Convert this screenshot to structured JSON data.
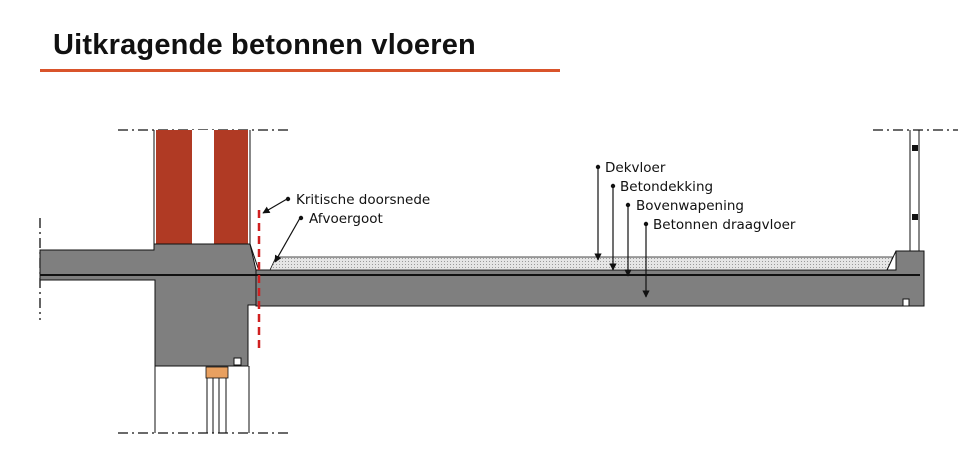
{
  "title": "Uitkragende betonnen vloeren",
  "colors": {
    "accent_rule": "#d9542b",
    "concrete": "#7f7f7f",
    "brick": "#b03a24",
    "critical_section": "#d02020",
    "screed": "#d9d9d9",
    "bearing_pad": "#e8a060"
  },
  "labels": {
    "kritische_doorsnede": "Kritische doorsnede",
    "afvoergoot": "Afvoergoot",
    "dekvloer": "Dekvloer",
    "betondekking": "Betondekking",
    "bovenwapening": "Bovenwapening",
    "betonnen_draagvloer": "Betonnen draagvloer"
  }
}
